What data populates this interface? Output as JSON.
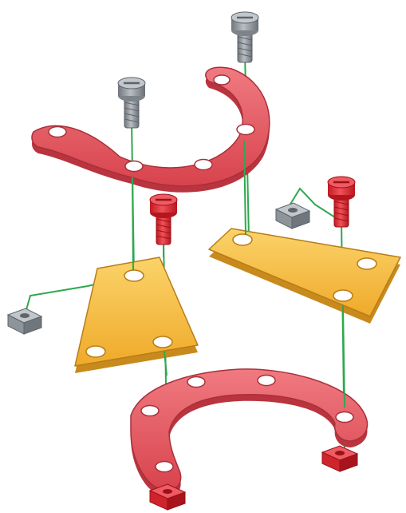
{
  "diagram": {
    "kind": "exploded-assembly",
    "colors": {
      "background": "#ffffff",
      "red_part": "#e0505a",
      "red_part_edge": "#a8303a",
      "yellow_part": "#f3b63a",
      "yellow_part_edge": "#b87c18",
      "grey_screw": "#8d949a",
      "grey_screw_edge": "#5d646a",
      "red_screw": "#e0262e",
      "assembly_line": "#2fa84f"
    },
    "parts": [
      {
        "name": "curved-strip",
        "color": "red",
        "count": 2,
        "holes": 5
      },
      {
        "name": "trapezoid-plate",
        "color": "yellow",
        "count": 2,
        "holes": 3
      },
      {
        "name": "screw",
        "color": "grey",
        "count": 2
      },
      {
        "name": "screw",
        "color": "red",
        "count": 2
      },
      {
        "name": "square-nut",
        "color": "grey",
        "count": 2
      },
      {
        "name": "square-nut",
        "color": "red",
        "count": 2
      }
    ]
  }
}
